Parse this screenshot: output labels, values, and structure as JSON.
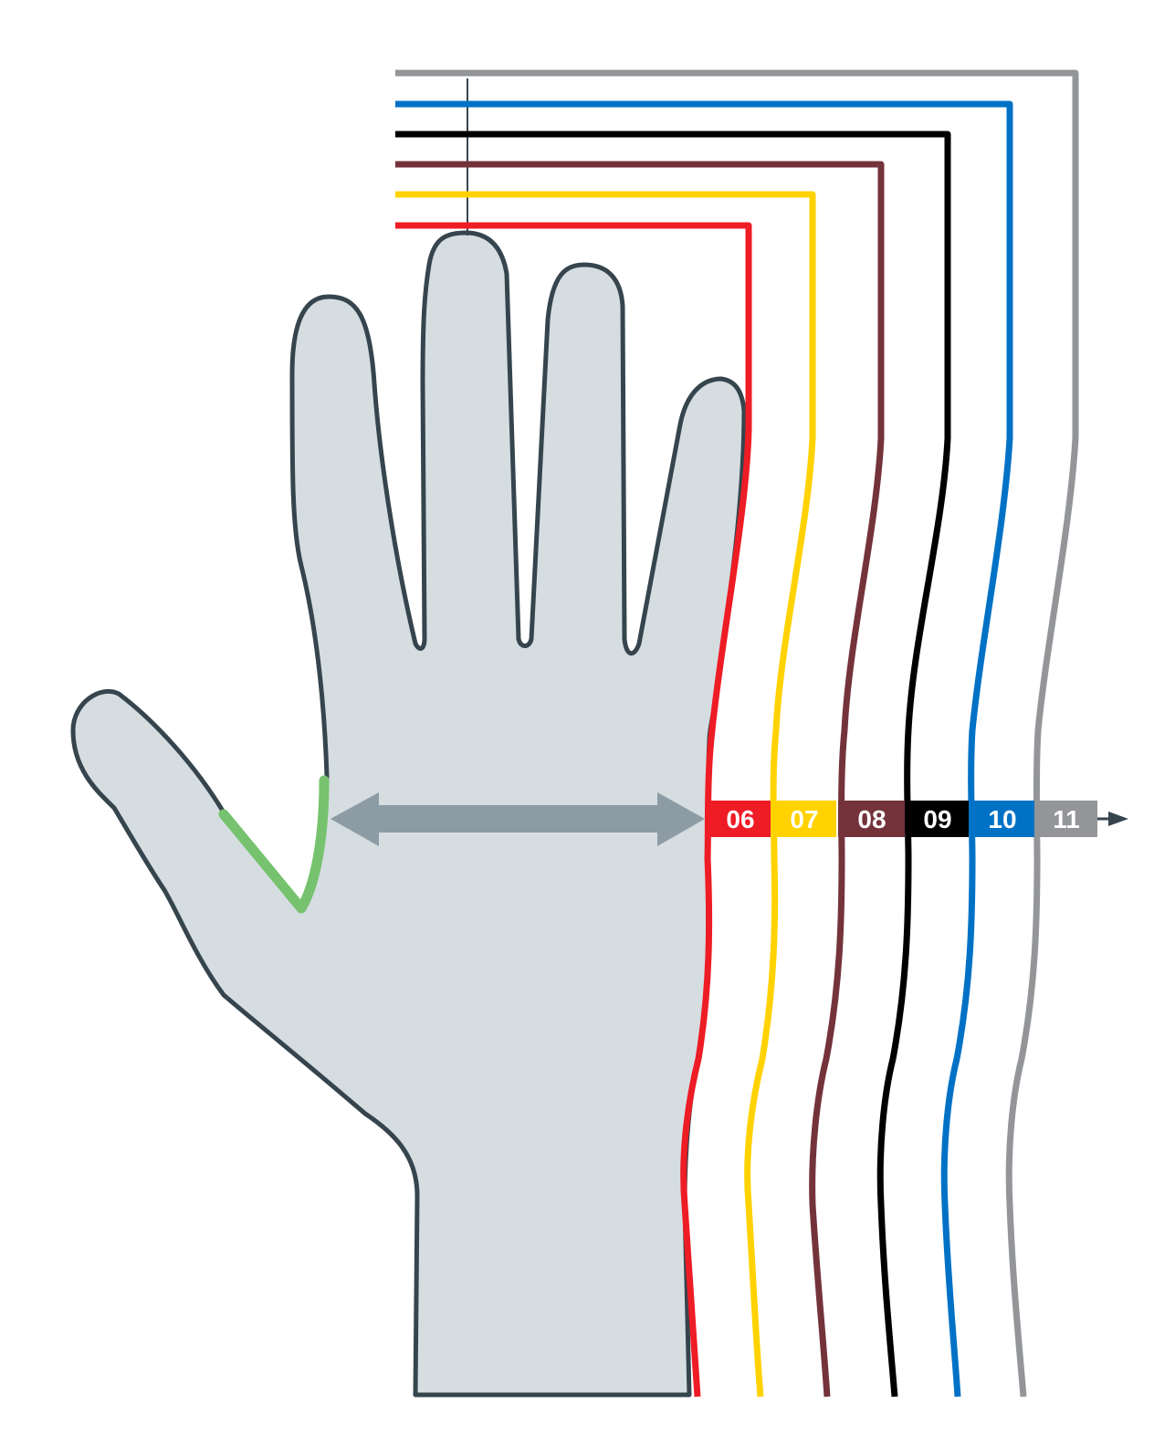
{
  "colors": {
    "background": "#ffffff",
    "hand_fill": "#d5dde1",
    "hand_outline": "#36454d",
    "thumb_crease": "#76c26e",
    "width_arrow": "#8d9ca4",
    "guide_line": "#36454d"
  },
  "sizes": [
    {
      "label": "06",
      "color": "#ee1c25"
    },
    {
      "label": "07",
      "color": "#ffd200"
    },
    {
      "label": "08",
      "color": "#74333b"
    },
    {
      "label": "09",
      "color": "#000000"
    },
    {
      "label": "10",
      "color": "#0072c6"
    },
    {
      "label": "11",
      "color": "#939598"
    }
  ],
  "icons": {
    "hand": "hand-outline-icon",
    "width_arrow": "double-arrow-icon",
    "scale_arrow": "arrow-right-icon"
  }
}
